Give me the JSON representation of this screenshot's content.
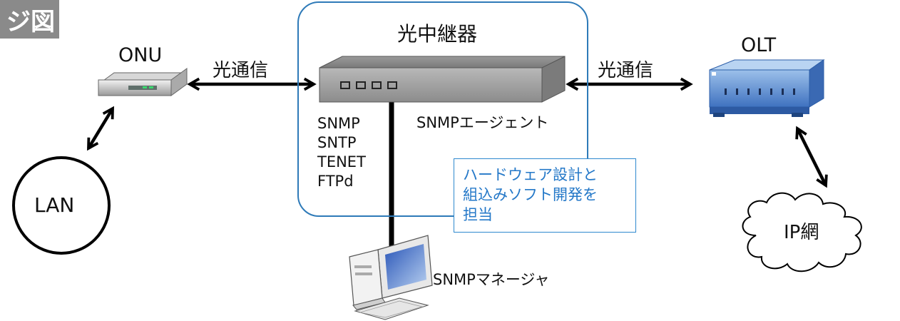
{
  "badge": "ジ図",
  "relay": {
    "title": "光中継器",
    "protocols": [
      "SNMP",
      "SNTP",
      "TENET",
      "FTPd"
    ],
    "agent": "SNMPエージェント",
    "note": [
      "ハードウェア設計と",
      "組込みソフト開発を",
      "担当"
    ]
  },
  "onu": {
    "label": "ONU"
  },
  "olt": {
    "label": "OLT"
  },
  "links": {
    "left": "光通信",
    "right": "光通信"
  },
  "lan": {
    "label": "LAN"
  },
  "ip_net": {
    "label": "IP網"
  },
  "manager": {
    "label": "SNMPマネージャ"
  },
  "colors": {
    "accent": "#2e7ab8",
    "note_text": "#2478c8",
    "badge_bg": "#8a8a8a"
  }
}
